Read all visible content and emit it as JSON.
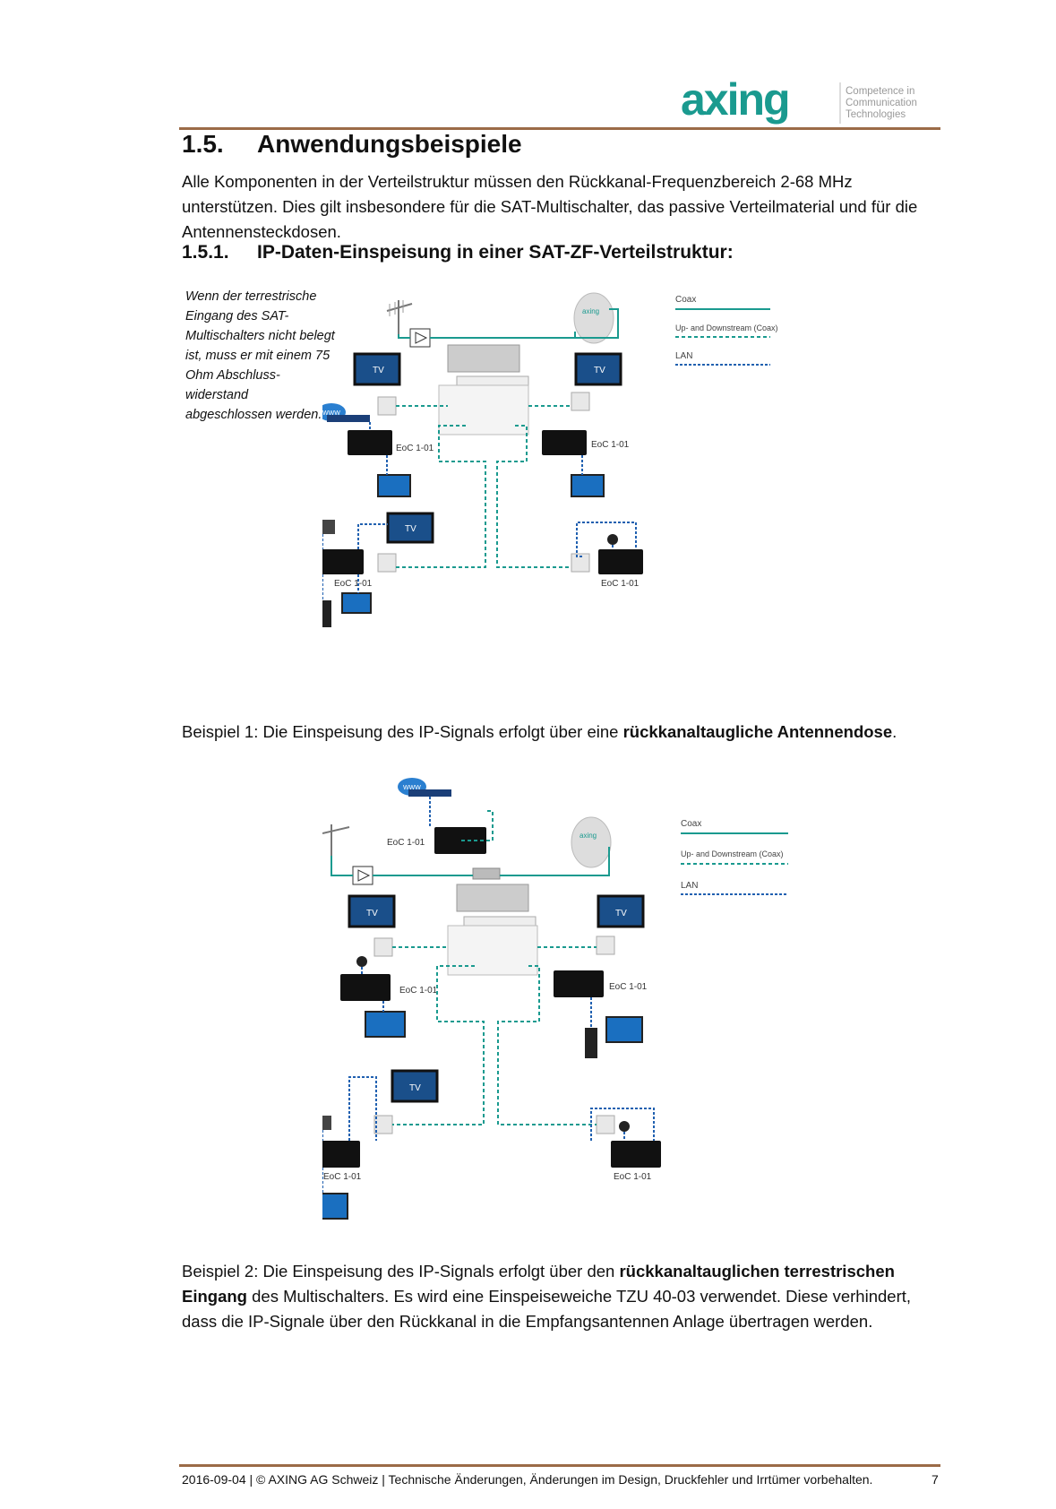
{
  "header": {
    "logo_text": "axing",
    "tagline": [
      "Competence in",
      "Communication",
      "Technologies"
    ],
    "brand_color": "#1a9a8f",
    "rule_color": "#9b6b47"
  },
  "section": {
    "number": "1.5.",
    "title": "Anwendungsbeispiele",
    "intro": "Alle Komponenten in der Verteilstruktur müssen den Rückkanal-Frequenzbereich 2-68 MHz unterstützen. Dies gilt insbesondere für die SAT-Multischalter, das passive Verteilmaterial und für die Antennensteckdosen."
  },
  "subsection": {
    "number": "1.5.1.",
    "title": "IP-Daten-Einspeisung in einer SAT-ZF-Verteilstruktur:"
  },
  "note": "Wenn der terrestrische Eingang des SAT-Multischalters nicht belegt ist, muss er mit einem 75 Ohm Abschluss-widerstand abgeschlossen werden.",
  "legend": {
    "coax": "Coax",
    "updown": "Up- and Downstream (Coax)",
    "lan": "LAN"
  },
  "labels": {
    "tv": "TV",
    "eoc": "EoC 1-01",
    "www": "WWW",
    "dish_brand": "axing"
  },
  "example1": {
    "prefix": "Beispiel 1: Die Einspeisung des IP-Signals erfolgt über eine ",
    "bold": "rückkanaltaugliche Antennendose",
    "suffix": "."
  },
  "example2": {
    "prefix": "Beispiel 2: Die Einspeisung des IP-Signals erfolgt über den ",
    "bold": "rückkanaltauglichen terrestrischen Eingang",
    "suffix": " des Multischalters. Es wird eine Einspeiseweiche TZU 40-03 verwendet. Diese verhindert, dass die IP-Signale über den Rückkanal in die Empfangsantennen Anlage übertragen werden."
  },
  "footer": {
    "text": "2016-09-04 | © AXING AG Schweiz | Technische Änderungen, Änderungen im Design, Druckfehler und Irrtümer vorbehalten.",
    "page": "7"
  },
  "colors": {
    "coax": "#1a9a8f",
    "lan": "#2060b0"
  }
}
